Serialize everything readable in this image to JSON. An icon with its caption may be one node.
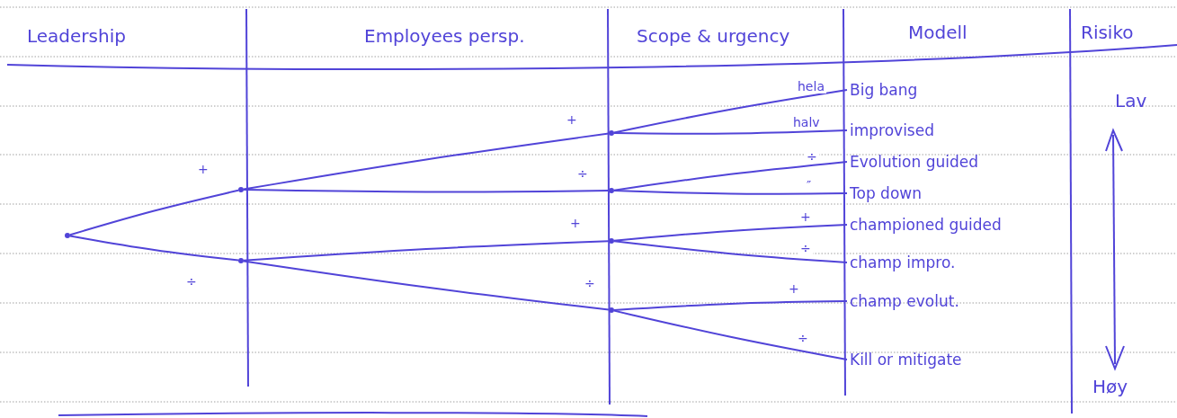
{
  "diagram": {
    "nodes": [
      {
        "text": [],
        "shape": "dot"
      },
      {
        "text": [],
        "shape": "dot"
      },
      {
        "text": [],
        "shape": "dot"
      },
      {
        "text": [],
        "shape": "dot"
      },
      {
        "text": [],
        "shape": "dot"
      },
      {
        "text": [],
        "shape": "dot"
      },
      {
        "text": [],
        "shape": "dot"
      },
      {
        "text": [
          "Big bang"
        ]
      },
      {
        "text": [
          "improvised"
        ]
      },
      {
        "text": [
          "Evolution guided"
        ]
      },
      {
        "text": [
          "Top down"
        ]
      },
      {
        "text": [
          "championed guided"
        ]
      },
      {
        "text": [
          "champ impro."
        ]
      },
      {
        "text": [
          "champ evolut."
        ]
      },
      {
        "text": [
          "Kill or mitigate"
        ]
      }
    ],
    "edges": [
      {
        "from": 0,
        "to": 1,
        "arrow": "none",
        "label": "+"
      },
      {
        "from": 0,
        "to": 2,
        "arrow": "none",
        "label": "÷"
      },
      {
        "from": 1,
        "to": 3,
        "arrow": "none",
        "label": "+"
      },
      {
        "from": 1,
        "to": 4,
        "arrow": "none",
        "label": "÷"
      },
      {
        "from": 2,
        "to": 5,
        "arrow": "none",
        "label": "+"
      },
      {
        "from": 2,
        "to": 6,
        "arrow": "none",
        "label": "÷"
      },
      {
        "from": 3,
        "to": 7,
        "arrow": "none",
        "label": "hela"
      },
      {
        "from": 3,
        "to": 8,
        "arrow": "none",
        "label": "halv"
      },
      {
        "from": 4,
        "to": 9,
        "arrow": "none",
        "label": "÷"
      },
      {
        "from": 4,
        "to": 10,
        "arrow": "none",
        "label": "″"
      },
      {
        "from": 5,
        "to": 11,
        "arrow": "none",
        "label": "+"
      },
      {
        "from": 5,
        "to": 12,
        "arrow": "none",
        "label": "÷"
      },
      {
        "from": 6,
        "to": 13,
        "arrow": "none",
        "label": "+"
      },
      {
        "from": 6,
        "to": 14,
        "arrow": "none",
        "label": "÷"
      }
    ],
    "labels": [
      "Leadership",
      "Employees persp.",
      "Scope & urgency",
      "Modell",
      "Risiko",
      "Lav",
      "Høy"
    ]
  }
}
